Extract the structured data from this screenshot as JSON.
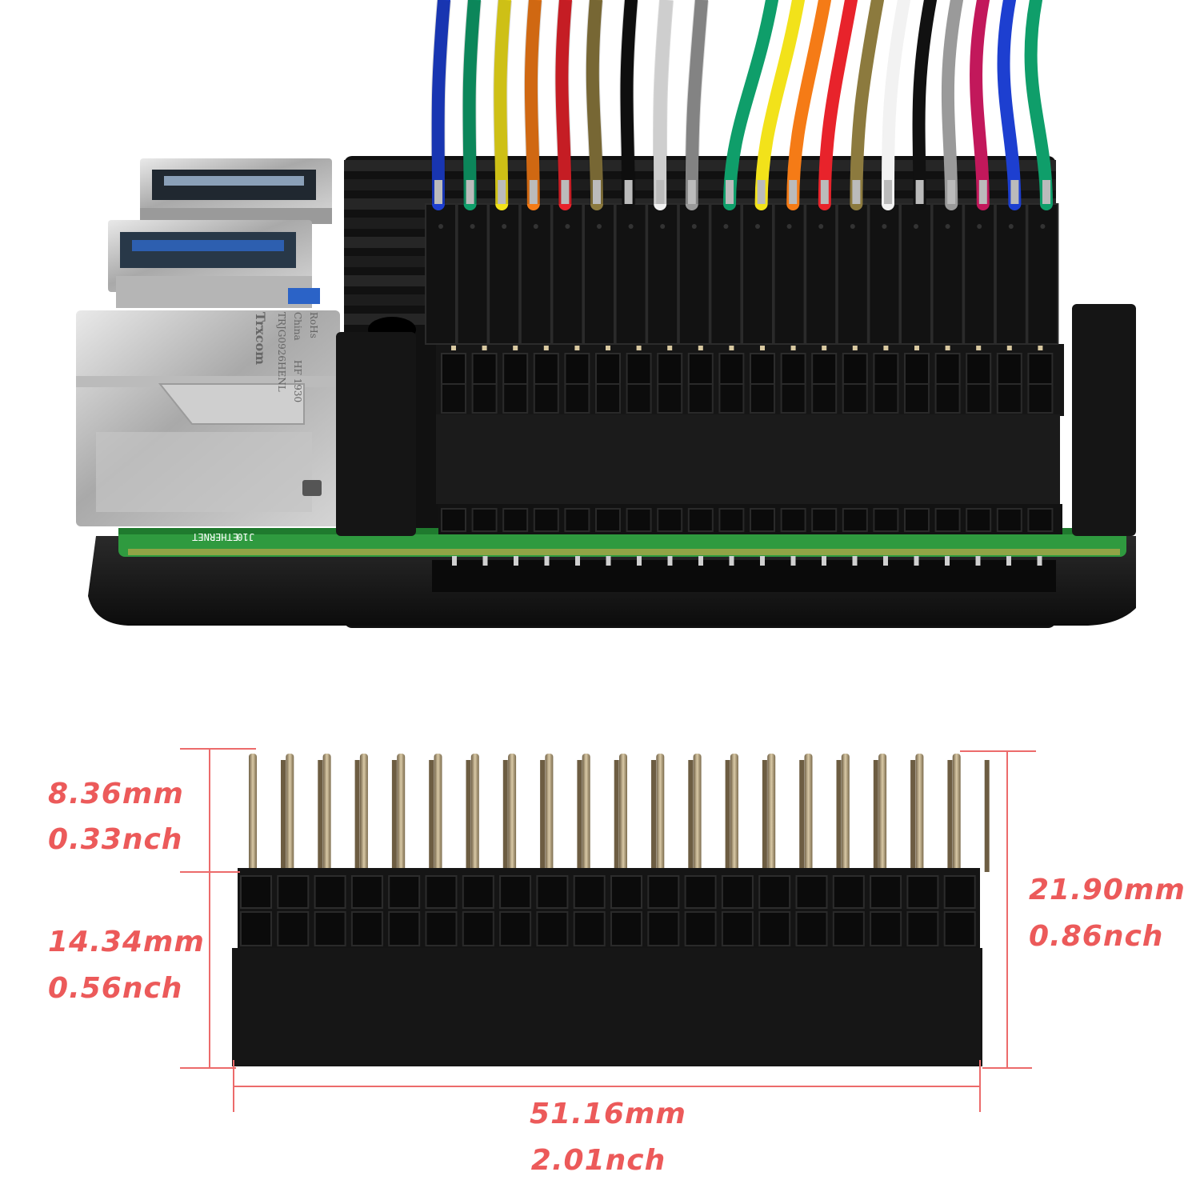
{
  "photo": {
    "pcb_silkscreen": [
      "ETHERNET",
      "J10"
    ],
    "rj45_marking": [
      "Trxcom",
      "TRJG0926HENL",
      "China",
      "HF 1930",
      "RoHs"
    ]
  },
  "wire_colors_left": [
    "#1d3fd0",
    "#0f9e6a",
    "#f2e21a",
    "#f57b16",
    "#e8232b",
    "#8c7a3e",
    "#111111",
    "#f2f2f2",
    "#9a9a9a"
  ],
  "wire_colors_right": [
    "#0f9e6a",
    "#f2e21a",
    "#f57b16",
    "#e8232b",
    "#8c7a3e",
    "#f2f2f2",
    "#111111",
    "#9a9a9a",
    "#c2185b",
    "#1d3fd0",
    "#0f9e6a"
  ],
  "dimensions": {
    "pin_length": {
      "mm": "8.36mm",
      "inch": "0.33nch"
    },
    "socket_height": {
      "mm": "14.34mm",
      "inch": "0.56nch"
    },
    "total_height": {
      "mm": "21.90mm",
      "inch": "0.86nch"
    },
    "width": {
      "mm": "51.16mm",
      "inch": "2.01nch"
    }
  },
  "colors": {
    "dimension_line": "#ec6b6b",
    "dimension_text": "#ec5a5a",
    "header_plastic": "#141414",
    "pcb_green": "#2f9a3f",
    "pin_metal": "#b8a27a"
  }
}
